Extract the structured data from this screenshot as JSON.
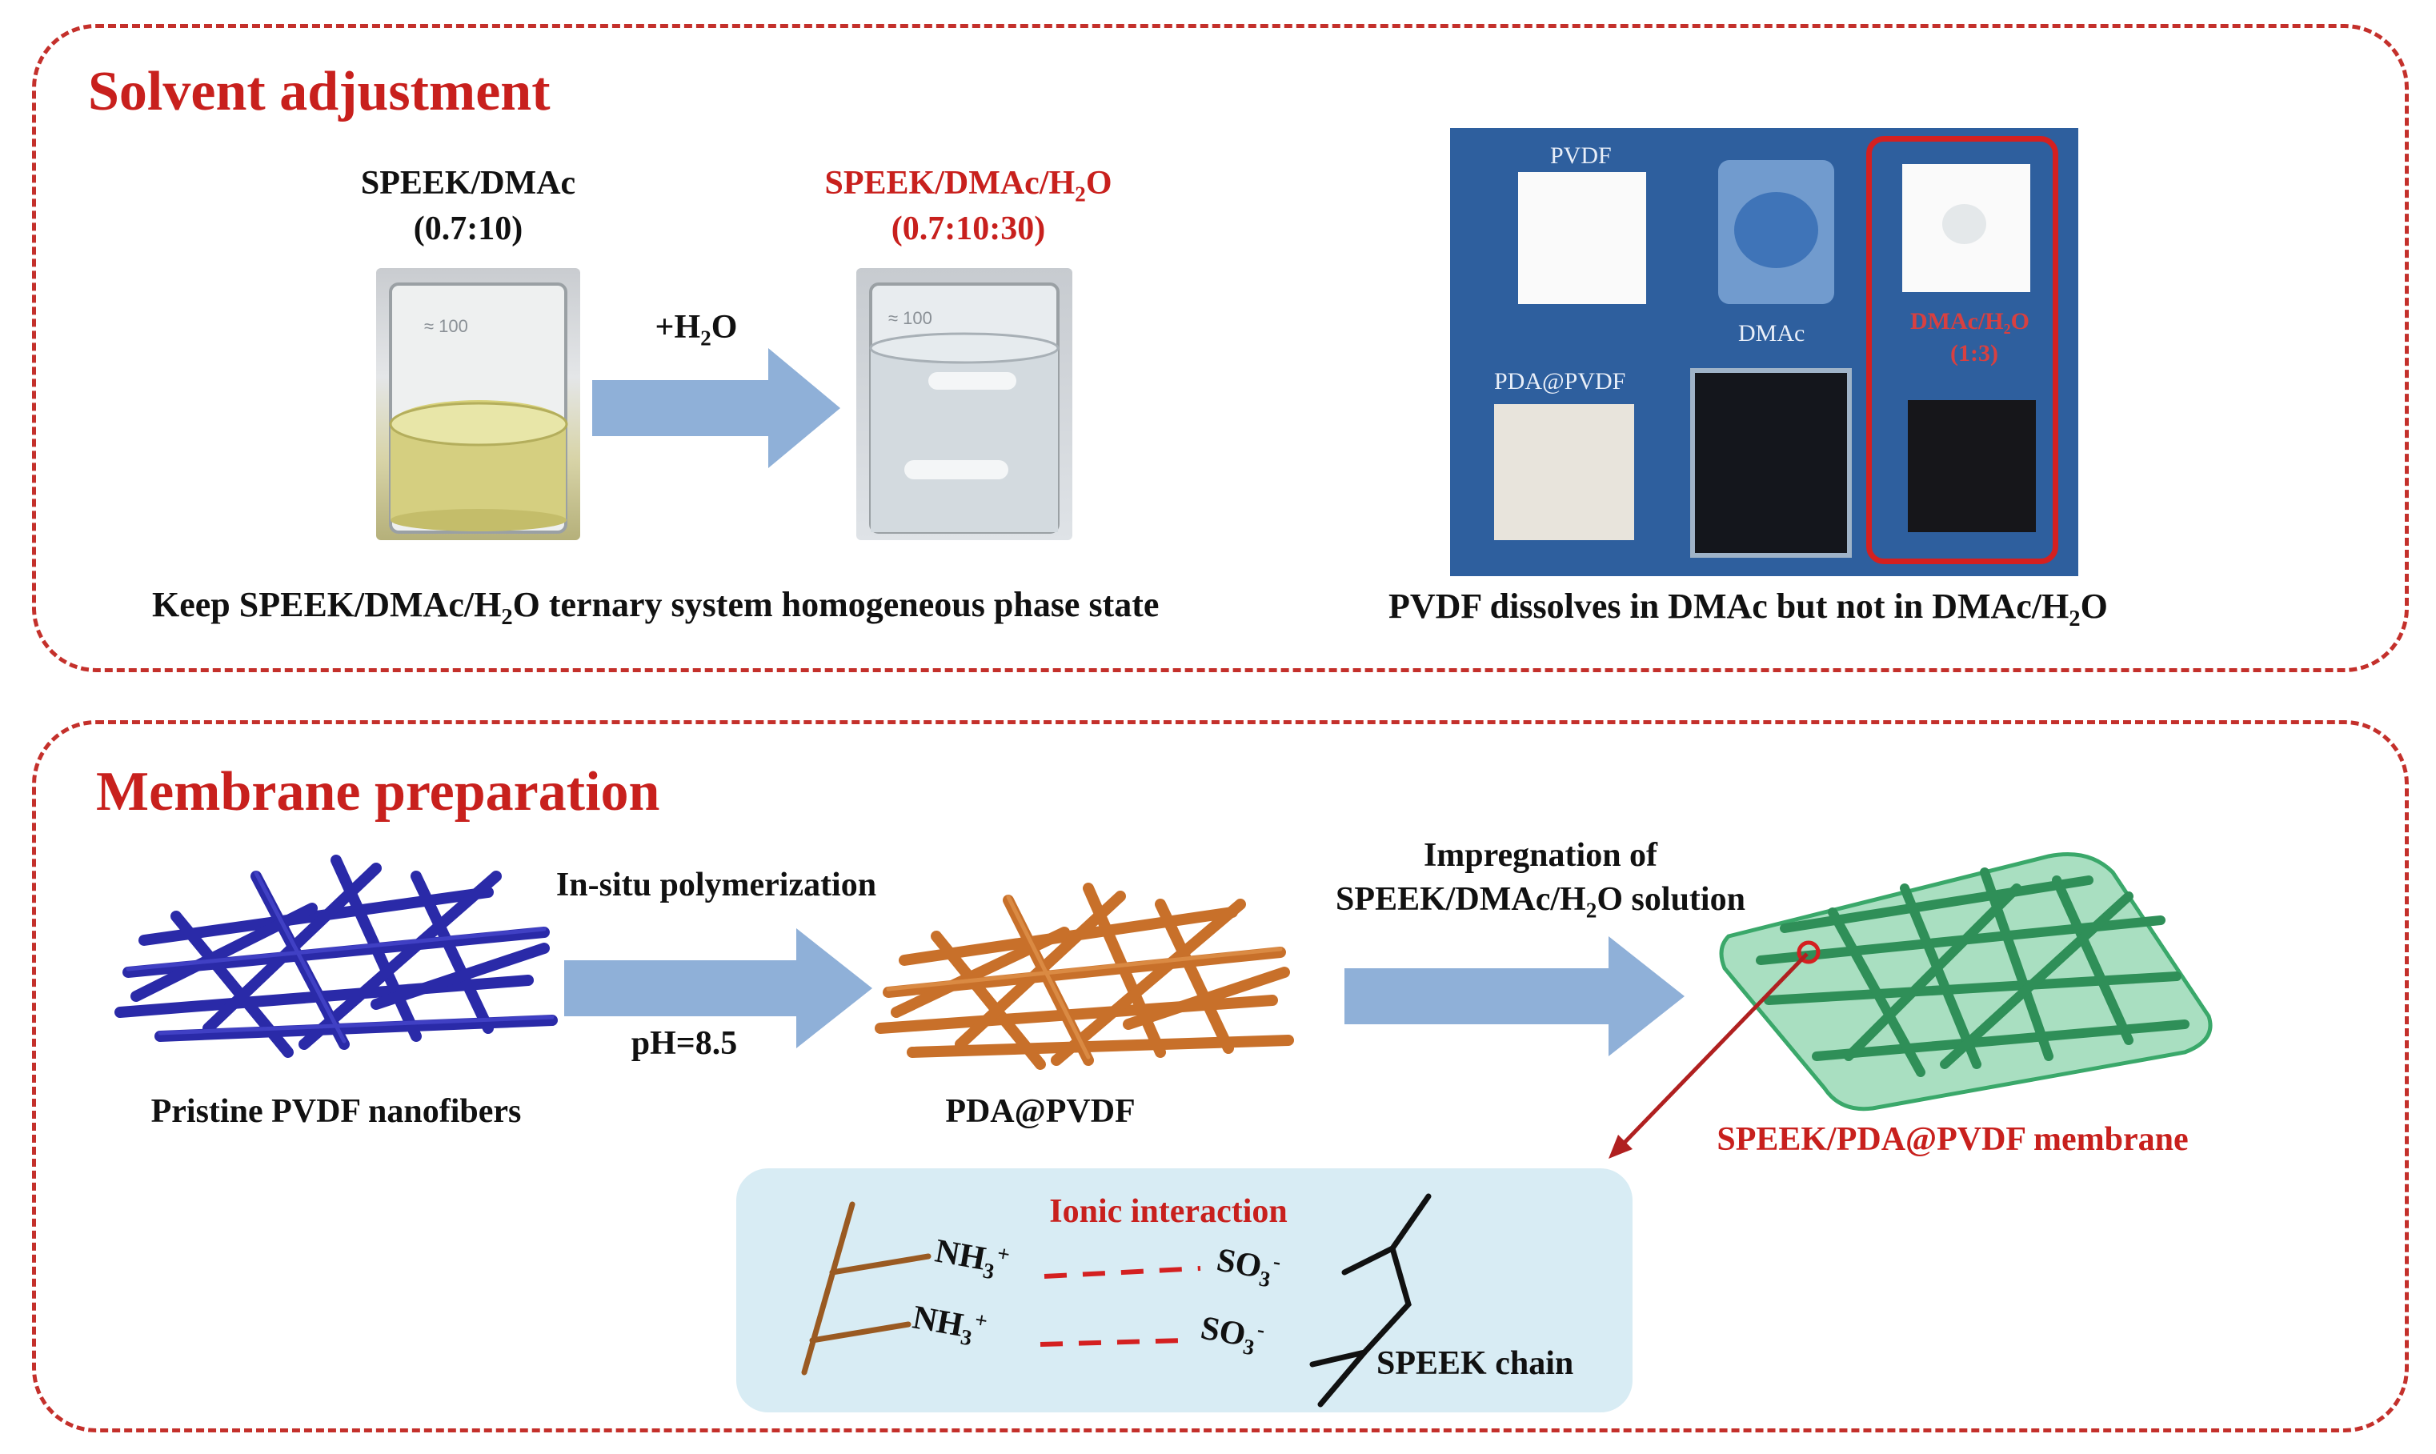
{
  "top_panel": {
    "title": "Solvent adjustment",
    "beaker1_label": "SPEEK/DMAc",
    "beaker1_ratio": "(0.7:10)",
    "arrow_label_pre": "+H",
    "arrow_label_sub": "2",
    "arrow_label_post": "O",
    "beaker2_label_pre": "SPEEK/DMAc/H",
    "beaker2_label_sub": "2",
    "beaker2_label_post": "O",
    "beaker2_ratio": "(0.7:10:30)",
    "left_caption_pre": "Keep SPEEK/DMAc/H",
    "left_caption_sub": "2",
    "left_caption_post": "O ternary system homogeneous phase state",
    "photo_labels": {
      "pvdf": "PVDF",
      "dmac": "DMAc",
      "dmac_h2o": "DMAc/H₂O",
      "dmac_h2o_ratio": "(1:3)",
      "pda_pvdf": "PDA@PVDF"
    },
    "right_caption_pre": "PVDF dissolves in DMAc but not in DMAc/H",
    "right_caption_sub": "2",
    "right_caption_post": "O"
  },
  "bottom_panel": {
    "title": "Membrane preparation",
    "step1_top": "In-situ polymerization",
    "step1_bottom": "pH=8.5",
    "step2_top_line1": "Impregnation of",
    "step2_top_line2_pre": "SPEEK/DMAc/H",
    "step2_top_line2_sub": "2",
    "step2_top_line2_post": "O solution",
    "label_pvdf": "Pristine PVDF nanofibers",
    "label_pda": "PDA@PVDF",
    "label_membrane": "SPEEK/PDA@PVDF membrane",
    "ionic_title": "Ionic interaction",
    "nh3_1": "NH",
    "nh3_2": "NH",
    "so3_1": "SO",
    "so3_2": "SO",
    "speek_chain": "SPEEK chain"
  },
  "colors": {
    "accent_red": "#c8201d",
    "arrow_blue": "#8fb0d8",
    "pvdf_blue": "#2a2aa8",
    "pda_orange": "#c8702a",
    "membrane_green": "#3aa86a",
    "photo_bg": "#2e5f9e",
    "ionic_box": "#d8ecf4"
  }
}
